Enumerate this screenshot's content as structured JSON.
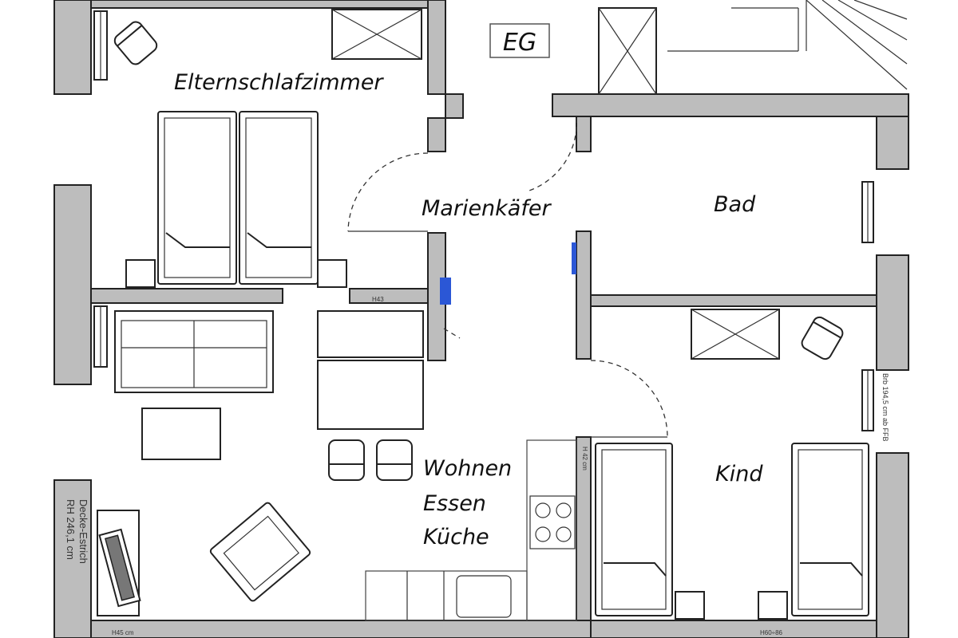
{
  "floor_label": "EG",
  "rooms": {
    "parents": "Elternschlafzimmer",
    "hall": "Marienkäfer",
    "bath": "Bad",
    "child": "Kind",
    "living_1": "Wohnen",
    "living_2": "Essen",
    "living_3": "Küche"
  },
  "annotations": {
    "height_1": "RH 246,1 cm",
    "height_2": "Decke-Estrich",
    "side_note": "Brb 194,5 cm ab FFB",
    "h45": "H45 cm",
    "h43": "H43",
    "h60": "H60÷86",
    "h42": "H 42 cm"
  },
  "colors": {
    "wall": "#bdbdbd",
    "line": "#222222",
    "accent": "#2b57d6"
  }
}
